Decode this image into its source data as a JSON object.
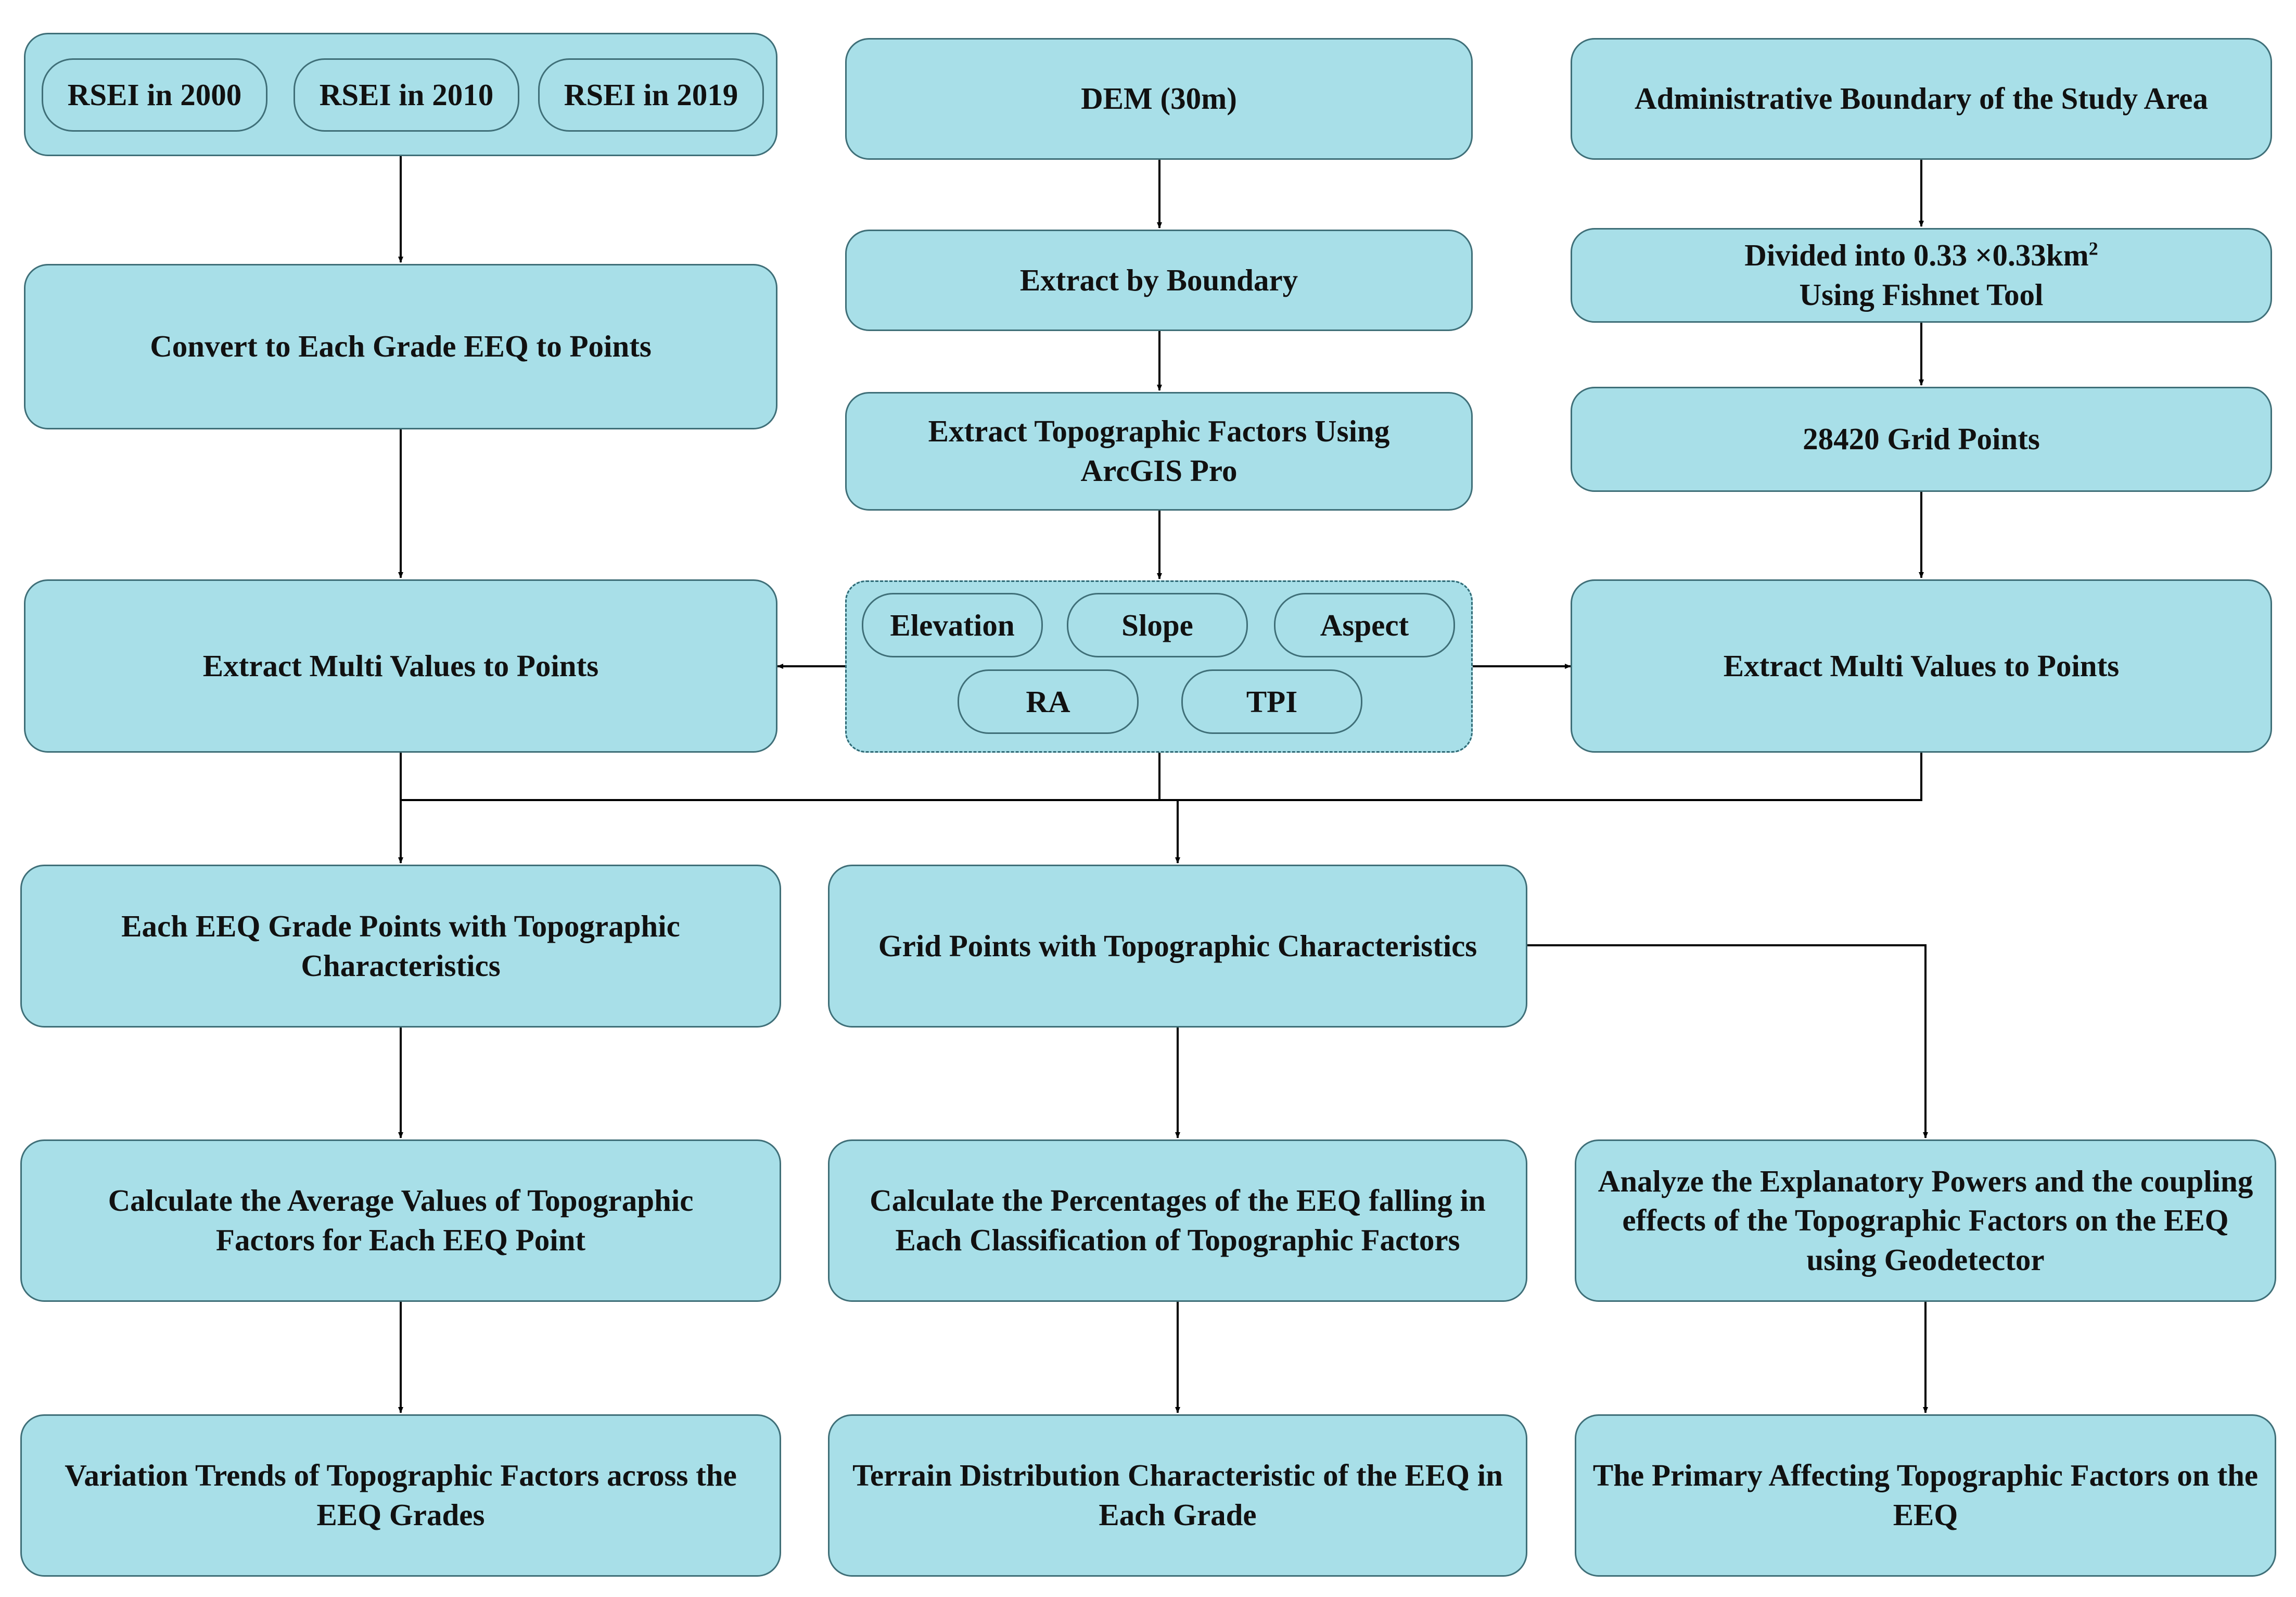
{
  "colors": {
    "box_fill": "#a8dfe8",
    "box_border": "#3f6f78",
    "arrow": "#000000",
    "text": "#111111"
  },
  "nodes": {
    "rsei_group": {
      "items": [
        "RSEI in 2000",
        "RSEI in 2010",
        "RSEI in 2019"
      ]
    },
    "dem": "DEM (30m)",
    "admin_boundary": "Administrative Boundary of the Study Area",
    "extract_by_boundary": "Extract by Boundary",
    "divided_fishnet": {
      "line1": "Divided into 0.33 ×0.33km",
      "sup": "2",
      "line2": "Using Fishnet Tool"
    },
    "convert_points": "Convert to Each Grade EEQ to Points",
    "extract_topo_factors": "Extract Topographic Factors Using ArcGIS Pro",
    "grid_points_count": "28420 Grid Points",
    "extract_multi_left": "Extract Multi Values to Points",
    "topo_factors": {
      "items": [
        "Elevation",
        "Slope",
        "Aspect",
        "RA",
        "TPI"
      ]
    },
    "extract_multi_right": "Extract Multi Values to Points",
    "eeq_grade_points": "Each EEQ Grade Points with Topographic Characteristics",
    "grid_points_topo": "Grid Points with Topographic Characteristics",
    "calc_average": "Calculate the Average Values of Topographic Factors for Each EEQ Point",
    "calc_percentages": "Calculate the Percentages of the EEQ falling in Each Classification of Topographic Factors",
    "analyze_geodetector": "Analyze the Explanatory Powers and the coupling effects of the Topographic Factors on the EEQ using Geodetector",
    "variation_trends": "Variation Trends of Topographic Factors across the EEQ Grades",
    "terrain_distribution": "Terrain Distribution Characteristic of the EEQ in Each Grade",
    "primary_factors": "The Primary Affecting Topographic Factors on the EEQ"
  }
}
